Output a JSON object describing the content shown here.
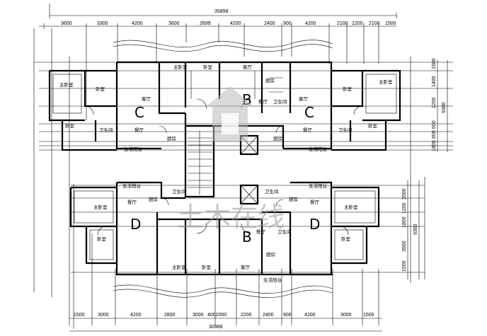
{
  "plan": {
    "total_top": "35898",
    "total_bottom": "30988",
    "top_dims": [
      "3600",
      "3300",
      "4200",
      "3600",
      "2699",
      "4200",
      "2400",
      "900",
      "4200",
      "2100",
      "1200",
      "2100",
      "1500"
    ],
    "bottom_dims": [
      "1500",
      "3000",
      "4200",
      "2800",
      "3000",
      "4002000",
      "2200",
      "2400",
      "900",
      "4200",
      "3000",
      "1500"
    ],
    "right_top_dims": [
      "1500",
      "1400",
      "2200",
      "600",
      "600",
      "1800"
    ],
    "right_top_total": "9300",
    "right_bottom_dims": [
      "2000",
      "1200",
      "1800",
      "3500",
      "1500"
    ],
    "right_bottom_total": "9300",
    "unit_letters": [
      "C",
      "B",
      "C",
      "D",
      "B",
      "D"
    ],
    "rooms": {
      "master_bedroom": "主卧室",
      "bedroom": "卧室",
      "bedroom_b": "卧室",
      "living": "客厅",
      "dining": "餐厅",
      "kitchen": "厨房",
      "bathroom": "卫生间",
      "balcony": "生活阳台",
      "stair_room": "卧室"
    }
  },
  "watermark": {
    "text": "土木在线"
  },
  "colors": {
    "line": "#000000",
    "background": "#ffffff",
    "watermark": "#b9b9b9"
  }
}
